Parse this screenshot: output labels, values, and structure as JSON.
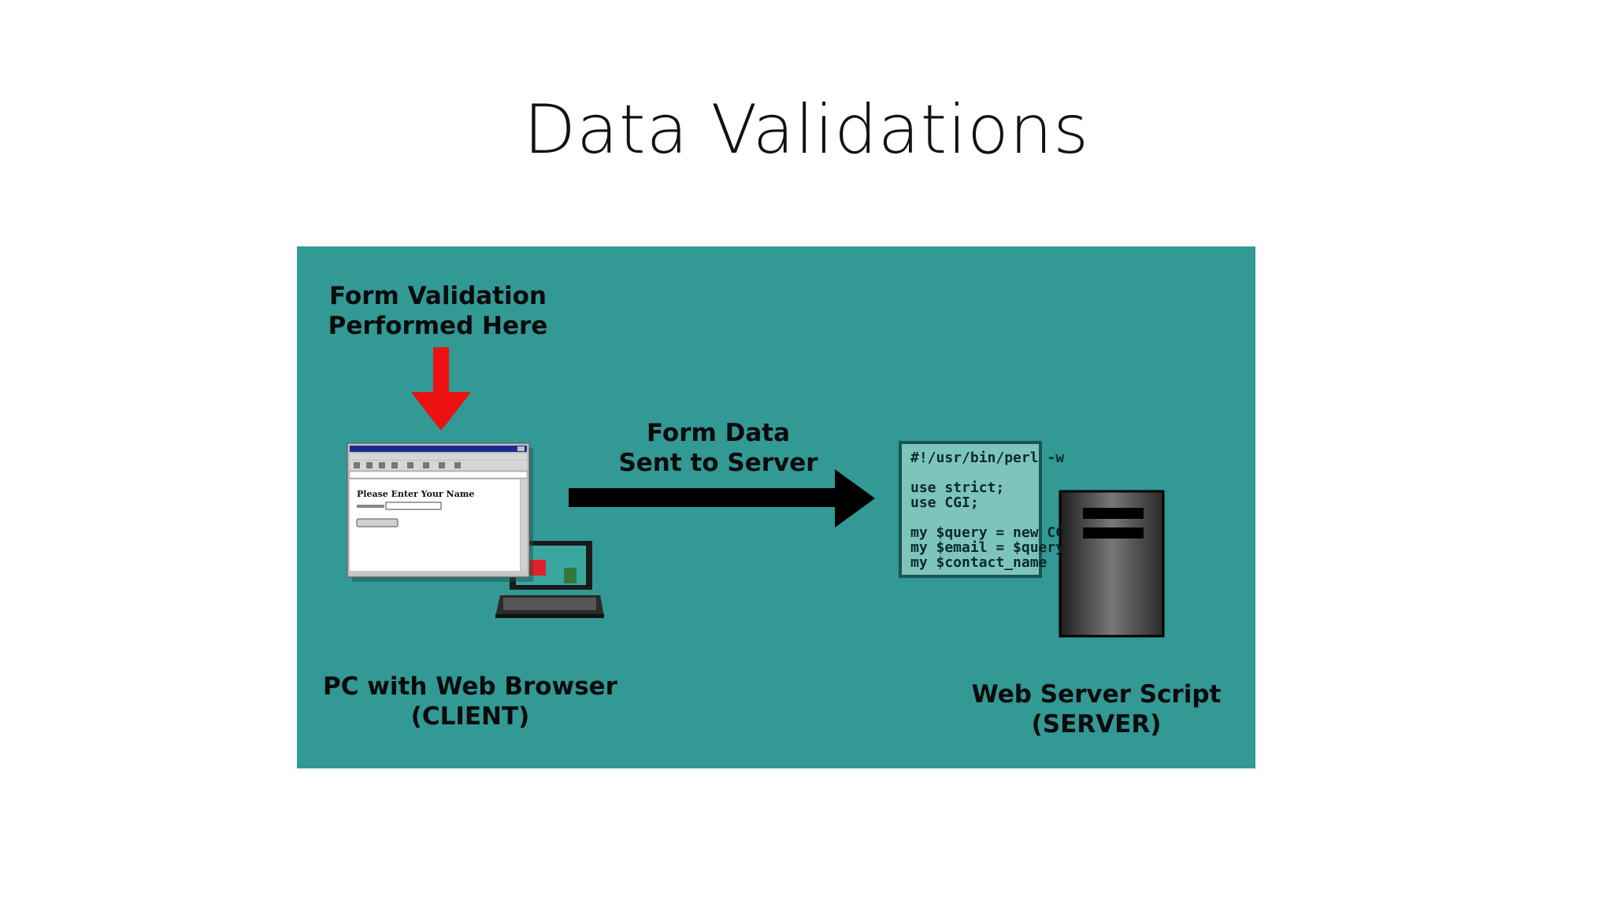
{
  "slide": {
    "title": "Data Validations"
  },
  "diagram": {
    "background": "#329995",
    "labels": {
      "validation": "Form Validation\nPerformed Here",
      "data_sent": "Form Data\nSent to Server",
      "client": "PC with Web Browser\n(CLIENT)",
      "server": "Web Server Script\n(SERVER)"
    },
    "browser": {
      "form_heading": "Please Enter Your Name"
    },
    "code_lines": [
      "#!/usr/bin/perl -w",
      "",
      "use strict;",
      "use CGI;",
      "",
      "my $query = new CG",
      "my $email = $query",
      "my $contact_name"
    ],
    "icons": {
      "validation_arrow": "down-arrow-icon",
      "transfer_arrow": "right-arrow-icon",
      "client": "computer-icon",
      "server": "server-tower-icon"
    },
    "colors": {
      "validation_arrow": "#ee1111",
      "transfer_arrow": "#000000",
      "code_panel": "#8ecdc5"
    }
  }
}
